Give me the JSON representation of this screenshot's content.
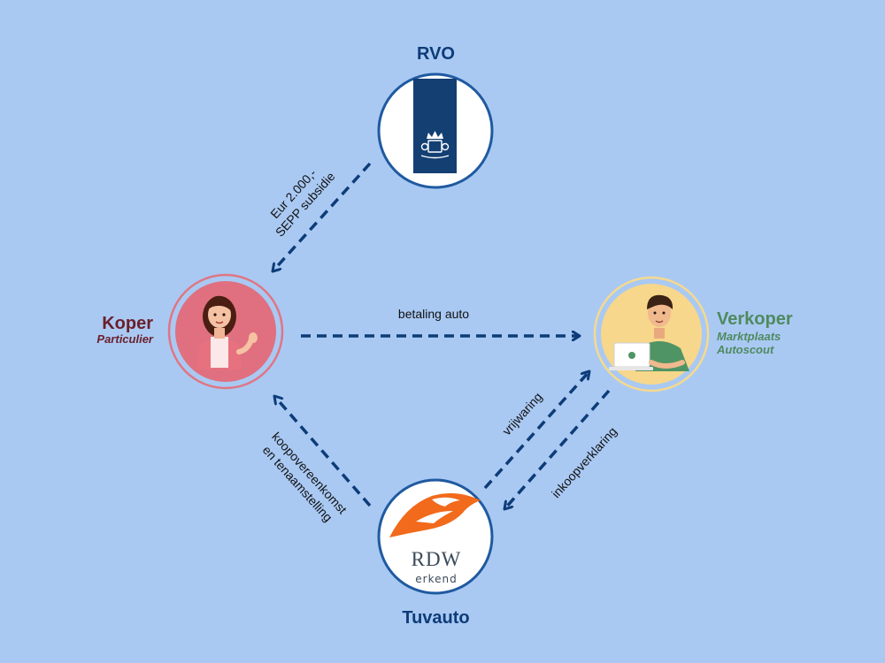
{
  "nodes": {
    "rvo": {
      "title": "RVO"
    },
    "koper": {
      "name": "Koper",
      "subtitle": "Particulier"
    },
    "verkoper": {
      "name": "Verkoper",
      "subtitle_1": "Marktplaats",
      "subtitle_2": "Autoscout"
    },
    "tuvauto": {
      "title": "Tuvauto",
      "logo_text": "RDW",
      "logo_subtext": "erkend"
    }
  },
  "edges": {
    "subsidy": {
      "line1": "Eur 2.000,-",
      "line2": "SEPP subsidie"
    },
    "payment": {
      "label": "betaling auto"
    },
    "contract": {
      "line1": "koopovereenkomst",
      "line2": "en tenaamstelling"
    },
    "release": {
      "label": "vrijwaring"
    },
    "purchase": {
      "label": "inkoopverklaring"
    }
  },
  "colors": {
    "background": "#a9c9f3",
    "arrow": "#0d3c78",
    "rvo_ring": "#1f5aa0",
    "koper_ring": "#e07683",
    "verkoper_ring": "#f6d98d",
    "rdw_orange": "#f26a1b"
  }
}
